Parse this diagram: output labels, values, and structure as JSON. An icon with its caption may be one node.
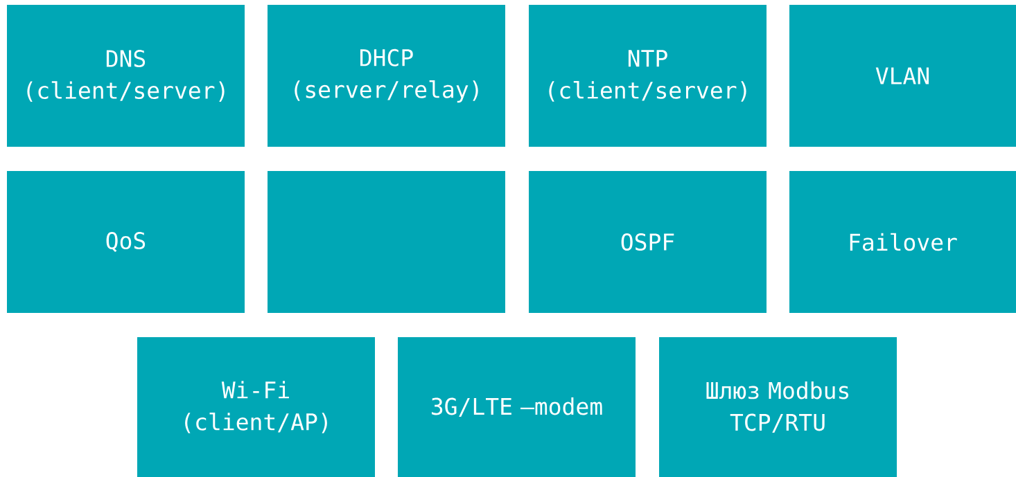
{
  "diagram": {
    "nodes": [
      {
        "text": [
          "DNS (client/server)"
        ]
      },
      {
        "text": [
          "DHCP (server/relay)"
        ]
      },
      {
        "text": [
          "NTP (client/server)"
        ]
      },
      {
        "text": [
          "VLAN"
        ]
      },
      {
        "text": [
          "QoS"
        ]
      },
      {
        "text": [],
        "shape": "box"
      },
      {
        "text": [
          "OSPF"
        ]
      },
      {
        "text": [
          "Failover"
        ]
      },
      {
        "text": [
          "Wi-Fi (client/AP)"
        ]
      },
      {
        "text": [
          "3G/LTE –modem"
        ]
      },
      {
        "text": [
          "Шлюз Modbus TCP/RTU"
        ]
      }
    ]
  }
}
